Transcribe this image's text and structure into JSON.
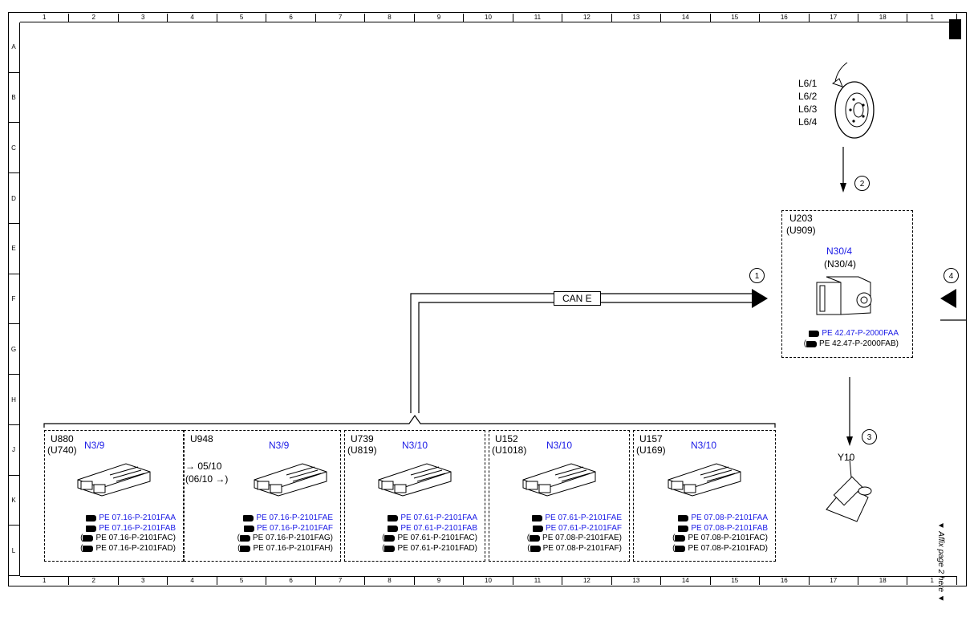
{
  "columns": [
    "1",
    "2",
    "3",
    "4",
    "5",
    "6",
    "7",
    "8",
    "9",
    "10",
    "11",
    "12",
    "13",
    "14",
    "15",
    "16",
    "17",
    "18",
    "1"
  ],
  "rows": [
    "A",
    "B",
    "C",
    "D",
    "E",
    "F",
    "G",
    "H",
    "J",
    "K",
    "L"
  ],
  "bus_label": "CAN E",
  "markers": [
    "1",
    "2",
    "3",
    "4"
  ],
  "wheel_sensor": {
    "labels": [
      "L6/1",
      "L6/2",
      "L6/3",
      "L6/4"
    ]
  },
  "esp_unit": {
    "codes": [
      "U203",
      "(U909)"
    ],
    "name": "N30/4",
    "name_alt": "(N30/4)",
    "refs": [
      {
        "text": "PE 42.47-P-2000FAA",
        "blue": true,
        "paren": false
      },
      {
        "text": "PE 42.47-P-2000FAB",
        "blue": false,
        "paren": true
      }
    ]
  },
  "valve": {
    "label": "Y10"
  },
  "ecus": [
    {
      "codes": [
        "U880",
        "(U740)"
      ],
      "name": "N3/9",
      "date_lines": [],
      "refs": [
        {
          "text": "PE 07.16-P-2101FAA",
          "blue": true,
          "paren": false
        },
        {
          "text": "PE 07.16-P-2101FAB",
          "blue": true,
          "paren": false
        },
        {
          "text": "PE 07.16-P-2101FAC",
          "blue": false,
          "paren": true
        },
        {
          "text": "PE 07.16-P-2101FAD",
          "blue": false,
          "paren": true
        }
      ]
    },
    {
      "codes": [
        "U948"
      ],
      "name": "N3/9",
      "date_lines": [
        "→ 05/10",
        "(06/10 →)"
      ],
      "refs": [
        {
          "text": "PE 07.16-P-2101FAE",
          "blue": true,
          "paren": false
        },
        {
          "text": "PE 07.16-P-2101FAF",
          "blue": true,
          "paren": false
        },
        {
          "text": "PE 07.16-P-2101FAG",
          "blue": false,
          "paren": true
        },
        {
          "text": "PE 07.16-P-2101FAH",
          "blue": false,
          "paren": true
        }
      ]
    },
    {
      "codes": [
        "U739",
        "(U819)"
      ],
      "name": "N3/10",
      "date_lines": [],
      "refs": [
        {
          "text": "PE 07.61-P-2101FAA",
          "blue": true,
          "paren": false
        },
        {
          "text": "PE 07.61-P-2101FAB",
          "blue": true,
          "paren": false
        },
        {
          "text": "PE 07.61-P-2101FAC",
          "blue": false,
          "paren": true
        },
        {
          "text": "PE 07.61-P-2101FAD",
          "blue": false,
          "paren": true
        }
      ]
    },
    {
      "codes": [
        "U152",
        "(U1018)"
      ],
      "name": "N3/10",
      "date_lines": [],
      "refs": [
        {
          "text": "PE 07.61-P-2101FAE",
          "blue": true,
          "paren": false
        },
        {
          "text": "PE 07.61-P-2101FAF",
          "blue": true,
          "paren": false
        },
        {
          "text": "PE 07.08-P-2101FAE",
          "blue": false,
          "paren": true
        },
        {
          "text": "PE 07.08-P-2101FAF",
          "blue": false,
          "paren": true
        }
      ]
    },
    {
      "codes": [
        "U157",
        "(U169)"
      ],
      "name": "N3/10",
      "date_lines": [],
      "refs": [
        {
          "text": "PE 07.08-P-2101FAA",
          "blue": true,
          "paren": false
        },
        {
          "text": "PE 07.08-P-2101FAB",
          "blue": true,
          "paren": false
        },
        {
          "text": "PE 07.08-P-2101FAC",
          "blue": false,
          "paren": true
        },
        {
          "text": "PE 07.08-P-2101FAD",
          "blue": false,
          "paren": true
        }
      ]
    }
  ],
  "affix": "▼ Affix page 2 here ▼",
  "colors": {
    "link_blue": "#1a1ae6"
  }
}
